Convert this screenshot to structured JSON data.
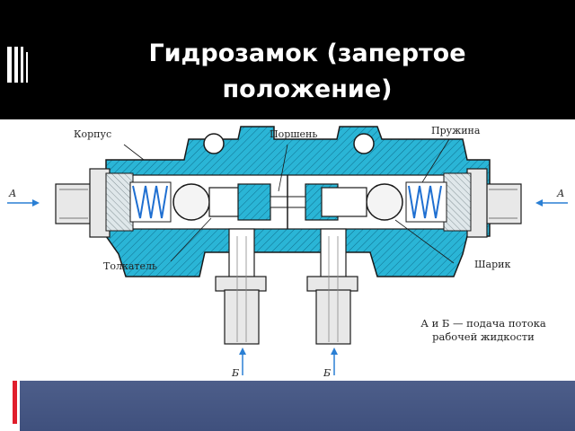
{
  "slide": {
    "title_line1": "Гидрозамок   (запертое",
    "title_line2": "положение)"
  },
  "diagram": {
    "labels": {
      "body": "Корпус",
      "piston": "Поршень",
      "spring": "Пружина",
      "pusher": "Толкатель",
      "ball": "Шарик",
      "port_a_left": "А",
      "port_a_right": "А",
      "port_b_left": "Б",
      "port_b_right": "Б"
    },
    "caption_line1": "А и Б — подача потока",
    "caption_line2": "рабочей жидкости",
    "colors": {
      "body_fill": "#2ab5d6",
      "steel": "#e8e8e8",
      "outline": "#1a1a1a",
      "spring": "#1f6fd1",
      "arrow": "#2a7fd4"
    }
  },
  "theme": {
    "header_bg": "#000000",
    "footer_bar": "#45557f",
    "accent": "#e01e2c"
  }
}
